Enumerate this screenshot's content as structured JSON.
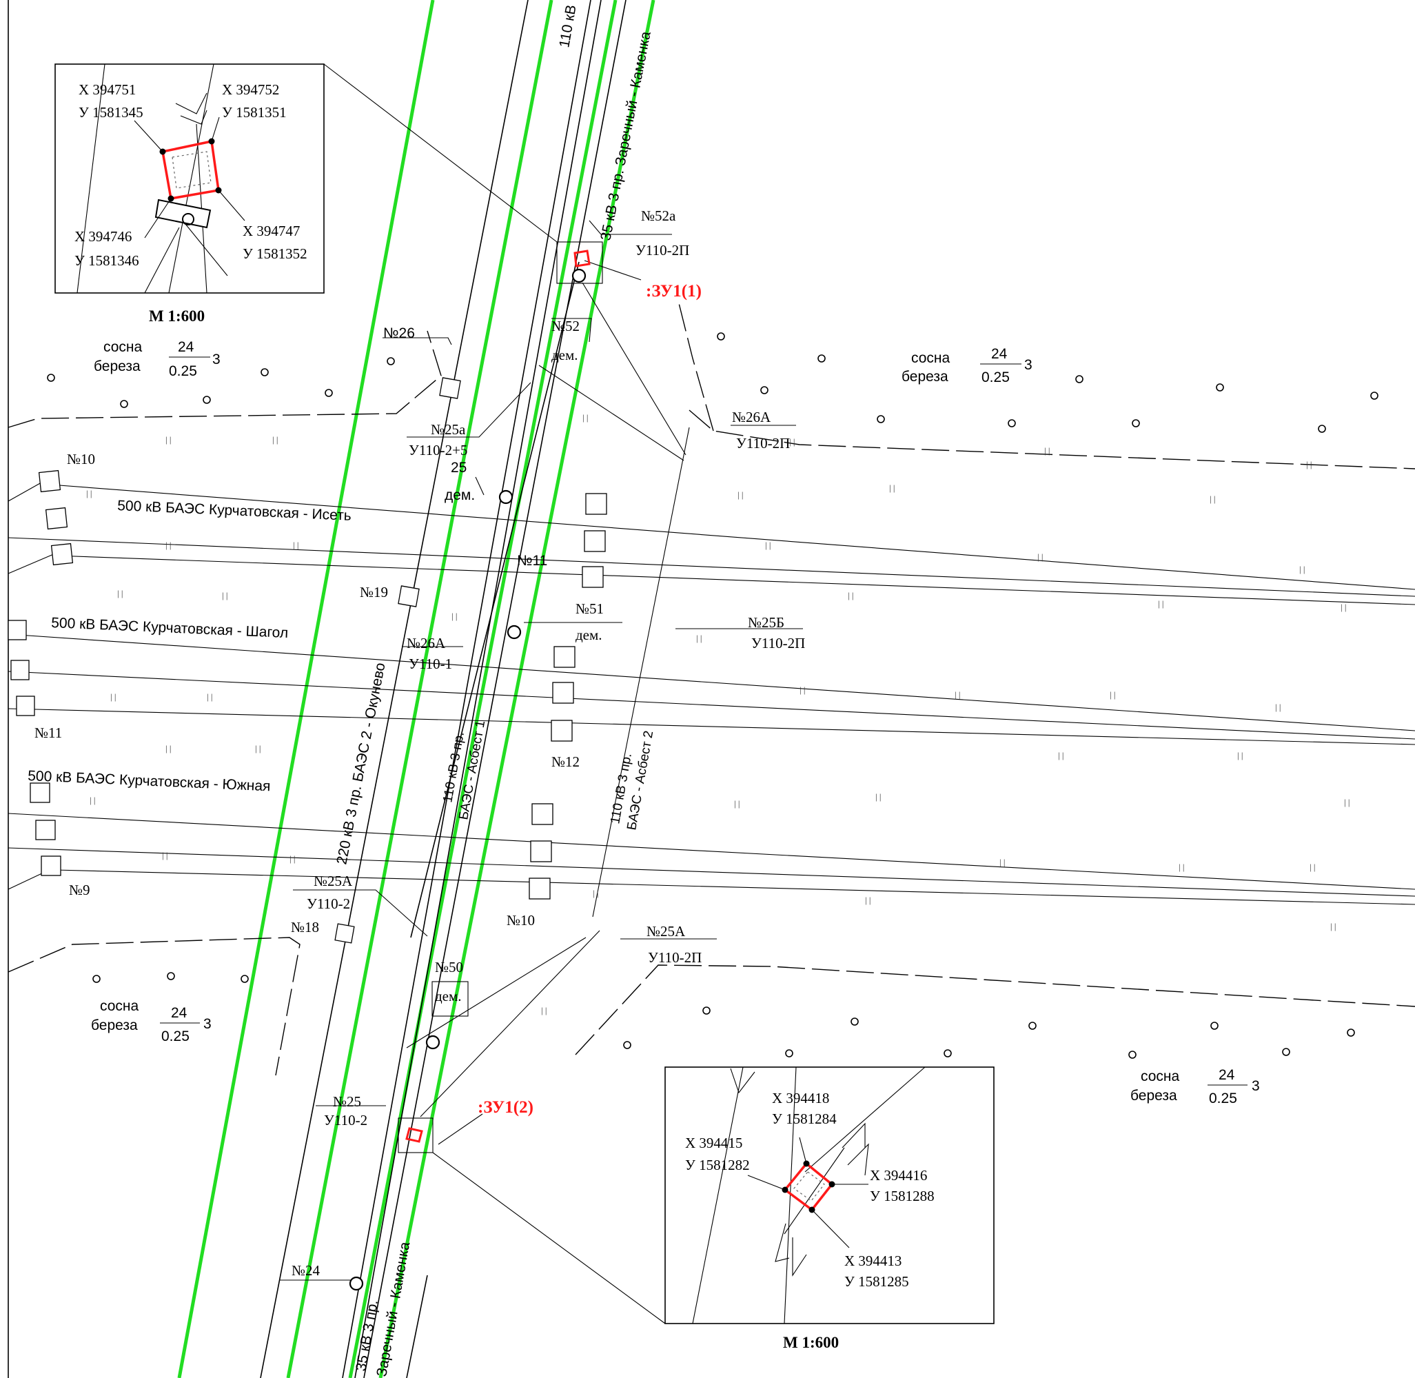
{
  "inset_top": {
    "scale": "М 1:600",
    "points": [
      {
        "x": "Х 394751",
        "y": "У 1581345"
      },
      {
        "x": "Х 394752",
        "y": "У 1581351"
      },
      {
        "x": "Х 394746",
        "y": "У 1581346"
      },
      {
        "x": "Х 394747",
        "y": "У 1581352"
      }
    ]
  },
  "inset_bottom": {
    "scale": "М 1:600",
    "points": [
      {
        "x": "Х 394418",
        "y": "У 1581284"
      },
      {
        "x": "Х 394415",
        "y": "У 1581282"
      },
      {
        "x": "Х 394416",
        "y": "У 1581288"
      },
      {
        "x": "Х 394413",
        "y": "У 1581285"
      }
    ]
  },
  "parcels": [
    ":ЗУ1(1)",
    ":ЗУ1(2)"
  ],
  "forest": {
    "species1": "сосна",
    "species2": "береза",
    "height": "24",
    "diameter": "0.25",
    "density": "3"
  },
  "power_lines": {
    "line500_1": "500 кВ БАЭС Курчатовская - Исеть",
    "line500_2": "500 кВ БАЭС Курчатовская - Шагол",
    "line500_3": "500 кВ БАЭС Курчатовская - Южная",
    "line110_top": "110 кВ",
    "line35_top": "35 кВ  3 пр. Заречный - Каменка",
    "line220": "220 кВ  3 пр. БАЭС 2 - Окунево",
    "line110_asb1_a": "110 кВ 3 пр.",
    "line110_asb1_b": "БАЭС - Асбест 1",
    "line110_asb2_a": "110 кВ 3 пр.",
    "line110_asb2_b": "БАЭС - Асбест 2",
    "line35_bottom_a": "35 кВ  3 пр.",
    "line35_bottom_b": "Заречный - Каменка"
  },
  "supports": {
    "n52a": "№52а",
    "u110_2p_1": "У110-2П",
    "n52": "№52",
    "dem_52": "дем.",
    "n26": "№26",
    "n25a": "№25а",
    "u110_2_5": "У110-2+5",
    "n25": "25",
    "dem_25": "дем.",
    "n26A_right": "№26А",
    "u110_2p_2": "У110-2П",
    "n10_left": "№10",
    "n11_mid": "№11",
    "n19": "№19",
    "n51": "№51",
    "dem_51": "дем.",
    "n25B": "№25Б",
    "u110_2p_3": "У110-2П",
    "n26A_left": "№26А",
    "u110_1": "У110-1",
    "n11_left": "№11",
    "n12": "№12",
    "n9": "№9",
    "n25A_left": "№25А",
    "u110_2_a": "У110-2",
    "n18": "№18",
    "n10_mid": "№10",
    "n25A_right": "№25А",
    "u110_2p_4": "У110-2П",
    "n50": "№50",
    "dem_50": "дем.",
    "n25_bottom": "№25",
    "u110_2_b": "У110-2",
    "n24": "№24"
  },
  "colors": {
    "boundary": "#ff1a1a",
    "protection_zone": "#22dd22",
    "lines": "#000000"
  }
}
